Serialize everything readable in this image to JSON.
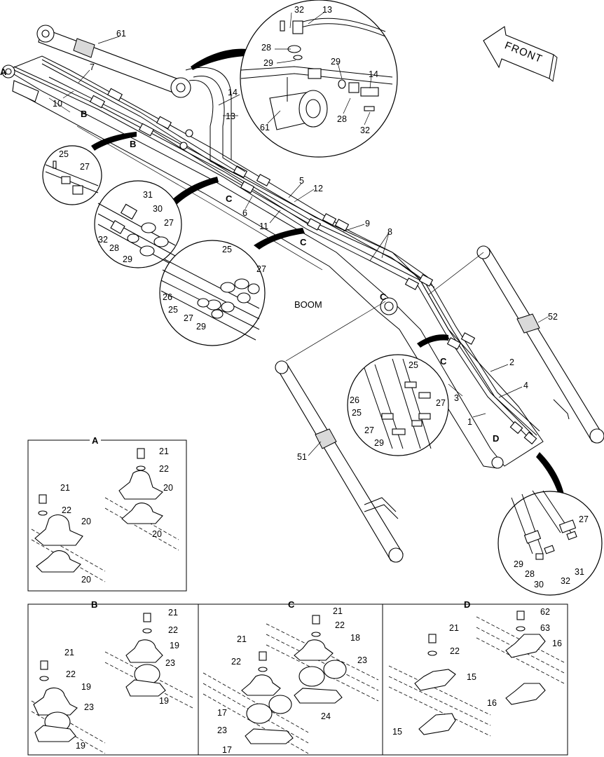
{
  "labels": {
    "boom": "BOOM",
    "front": "FRONT",
    "sections": [
      "A",
      "B",
      "C",
      "D"
    ],
    "main_callouts": [
      "A",
      "B",
      "B",
      "C",
      "C",
      "C",
      "D"
    ],
    "main_parts": [
      "7",
      "10",
      "61",
      "14",
      "13",
      "5",
      "12",
      "6",
      "11",
      "9",
      "8",
      "2",
      "4",
      "3",
      "1",
      "51",
      "52"
    ],
    "top_circle_parts": [
      "32",
      "13",
      "28",
      "29",
      "29",
      "14",
      "61",
      "28",
      "32"
    ],
    "circle_b_left_parts": [
      "25",
      "27"
    ],
    "circle_b_mid_parts": [
      "31",
      "30",
      "27",
      "32",
      "28",
      "29"
    ],
    "circle_c_mid_parts": [
      "25",
      "27",
      "26",
      "25",
      "27",
      "29"
    ],
    "circle_c_right_parts": [
      "25",
      "26",
      "25",
      "27",
      "27",
      "29"
    ],
    "circle_d_parts": [
      "27",
      "29",
      "28",
      "30",
      "31",
      "32"
    ],
    "box_a_parts": [
      "21",
      "22",
      "20",
      "21",
      "22",
      "20",
      "20",
      "20"
    ],
    "box_b_parts": [
      "21",
      "22",
      "19",
      "23",
      "19",
      "21",
      "22",
      "19",
      "23",
      "19"
    ],
    "box_c_parts": [
      "21",
      "22",
      "18",
      "23",
      "21",
      "22",
      "17",
      "24",
      "23",
      "17"
    ],
    "box_d_parts": [
      "62",
      "63",
      "16",
      "16",
      "21",
      "22",
      "15",
      "15"
    ]
  },
  "colors": {
    "line": "#000000",
    "background": "#ffffff",
    "shade": "#d9d9d9"
  }
}
